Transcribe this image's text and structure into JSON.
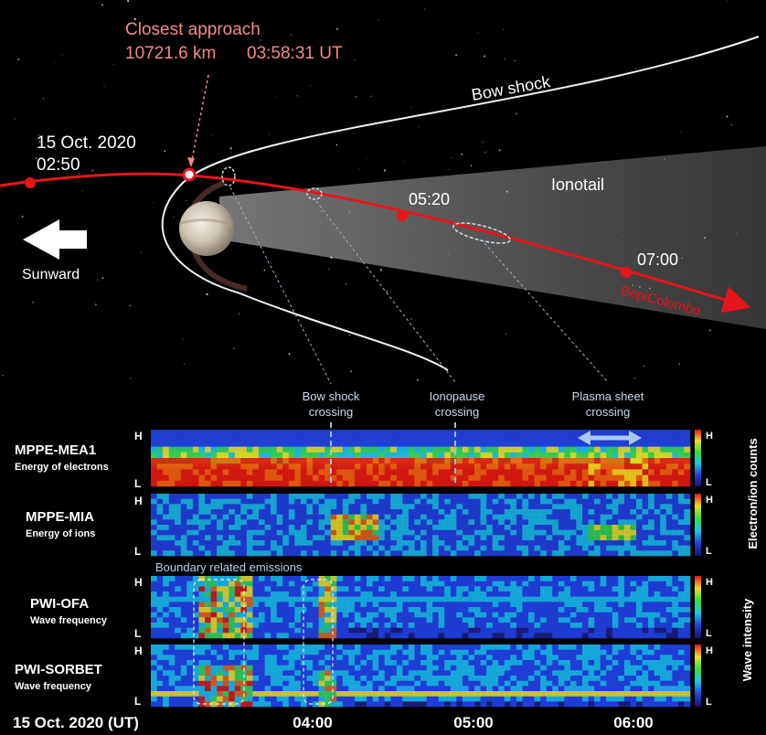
{
  "orbit": {
    "closest_title": "Closest approach",
    "closest_distance": "10721.6 km",
    "closest_time": "03:58:31 UT",
    "date": "15 Oct. 2020",
    "time_start": "02:50",
    "time_mid": "05:20",
    "time_end": "07:00",
    "bow_shock": "Bow shock",
    "ionotail": "Ionotail",
    "sunward": "Sunward",
    "spacecraft": "BepiColombo",
    "crossing_bow_1": "Bow shock",
    "crossing_bow_2": "crossing",
    "crossing_iono_1": "Ionopause",
    "crossing_iono_2": "crossing",
    "crossing_plasma_1": "Plasma sheet",
    "crossing_plasma_2": "crossing",
    "colors": {
      "trajectory": "#e8141c",
      "callout": "#f28a8a",
      "guide": "#8fb8df"
    }
  },
  "panels": {
    "mea": {
      "name": "MPPE-MEA1",
      "desc": "Energy of electrons",
      "top": "H",
      "bottom": "L"
    },
    "mia": {
      "name": "MPPE-MIA",
      "desc": "Energy of ions",
      "top": "H",
      "bottom": "L"
    },
    "boundary_label": "Boundary related emissions",
    "ofa": {
      "name": "PWI-OFA",
      "desc": "Wave frequency",
      "top": "H",
      "bottom": "L"
    },
    "sorbet": {
      "name": "PWI-SORBET",
      "desc": "Wave frequency",
      "top": "H",
      "bottom": "L"
    },
    "counts_label": "Electron/ion counts",
    "intensity_label": "Wave intensity",
    "scale_top": "H",
    "scale_bottom": "L"
  },
  "time_axis": {
    "date_label": "15 Oct. 2020 (UT)",
    "ticks": [
      "04:00",
      "05:00",
      "06:00"
    ]
  }
}
